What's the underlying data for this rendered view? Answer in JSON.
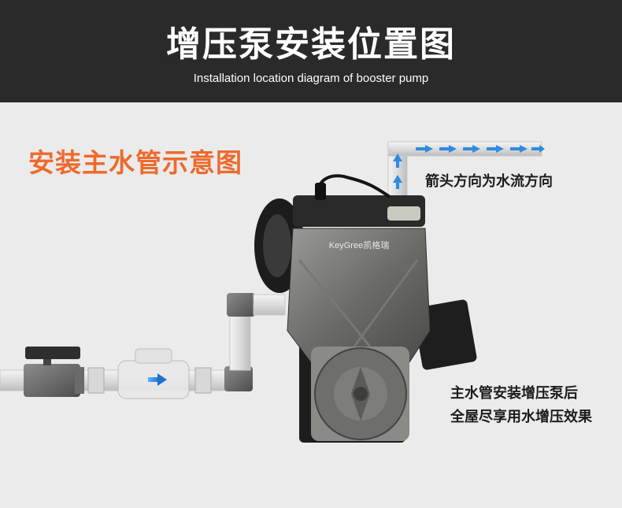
{
  "header": {
    "title": "增压泵安装位置图",
    "subtitle": "Installation location diagram of booster pump"
  },
  "section": {
    "title": "安装主水管示意图"
  },
  "notes": {
    "arrow_direction": "箭头方向为水流方向",
    "result_line1": "主水管安装增压泵后",
    "result_line2": "全屋尽享用水增压效果"
  },
  "pump": {
    "brand_logo": "KeyGree凯格瑞"
  },
  "colors": {
    "header_bg": "#2b2a2a",
    "accent_orange": "#ee6a2c",
    "flow_arrow_blue": "#2f8be0",
    "page_bg": "#ebebeb"
  },
  "icons": {
    "flow_arrow": "arrow-right-icon",
    "valve": "ball-valve-icon",
    "meter": "water-meter-icon"
  }
}
